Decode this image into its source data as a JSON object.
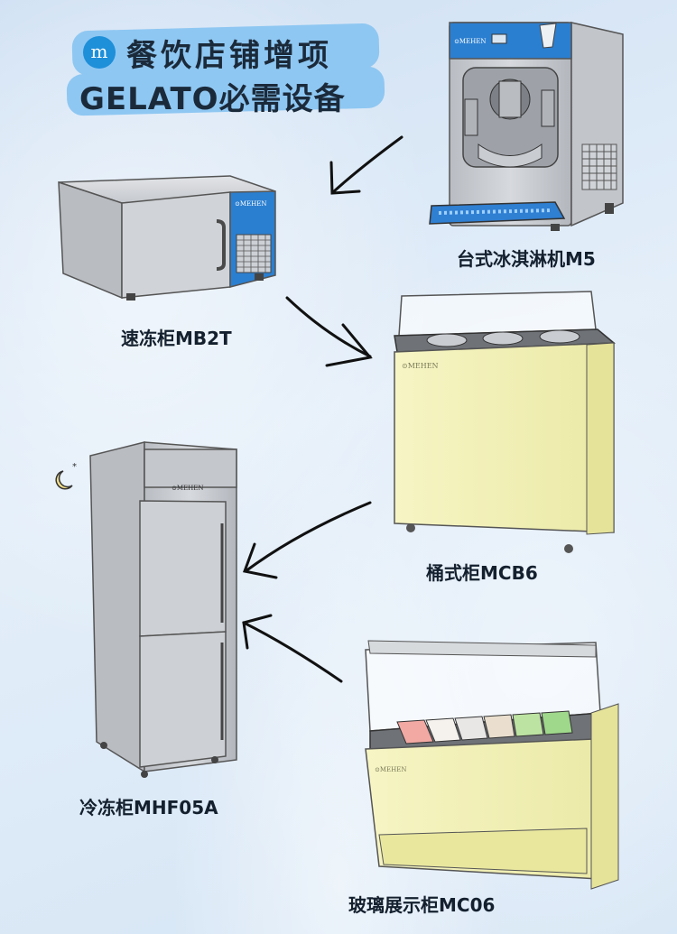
{
  "title": {
    "logo": "m",
    "line1": "餐饮店铺增项",
    "line2": "GELATO必需设备"
  },
  "products": [
    {
      "label": "台式冰淇淋机M5"
    },
    {
      "label": "速冻柜MB2T"
    },
    {
      "label": "桶式柜MCB6"
    },
    {
      "label": "冷冻柜MHF05A"
    },
    {
      "label": "玻璃展示柜MC06"
    }
  ],
  "brand_mark": "MEHEN",
  "colors": {
    "accent_blue": "#1e8fd9",
    "brush_blue": "#7fc0f0",
    "cabinet_yellow": "#f3f2b6",
    "steel_grey": "#c9ccd1"
  }
}
